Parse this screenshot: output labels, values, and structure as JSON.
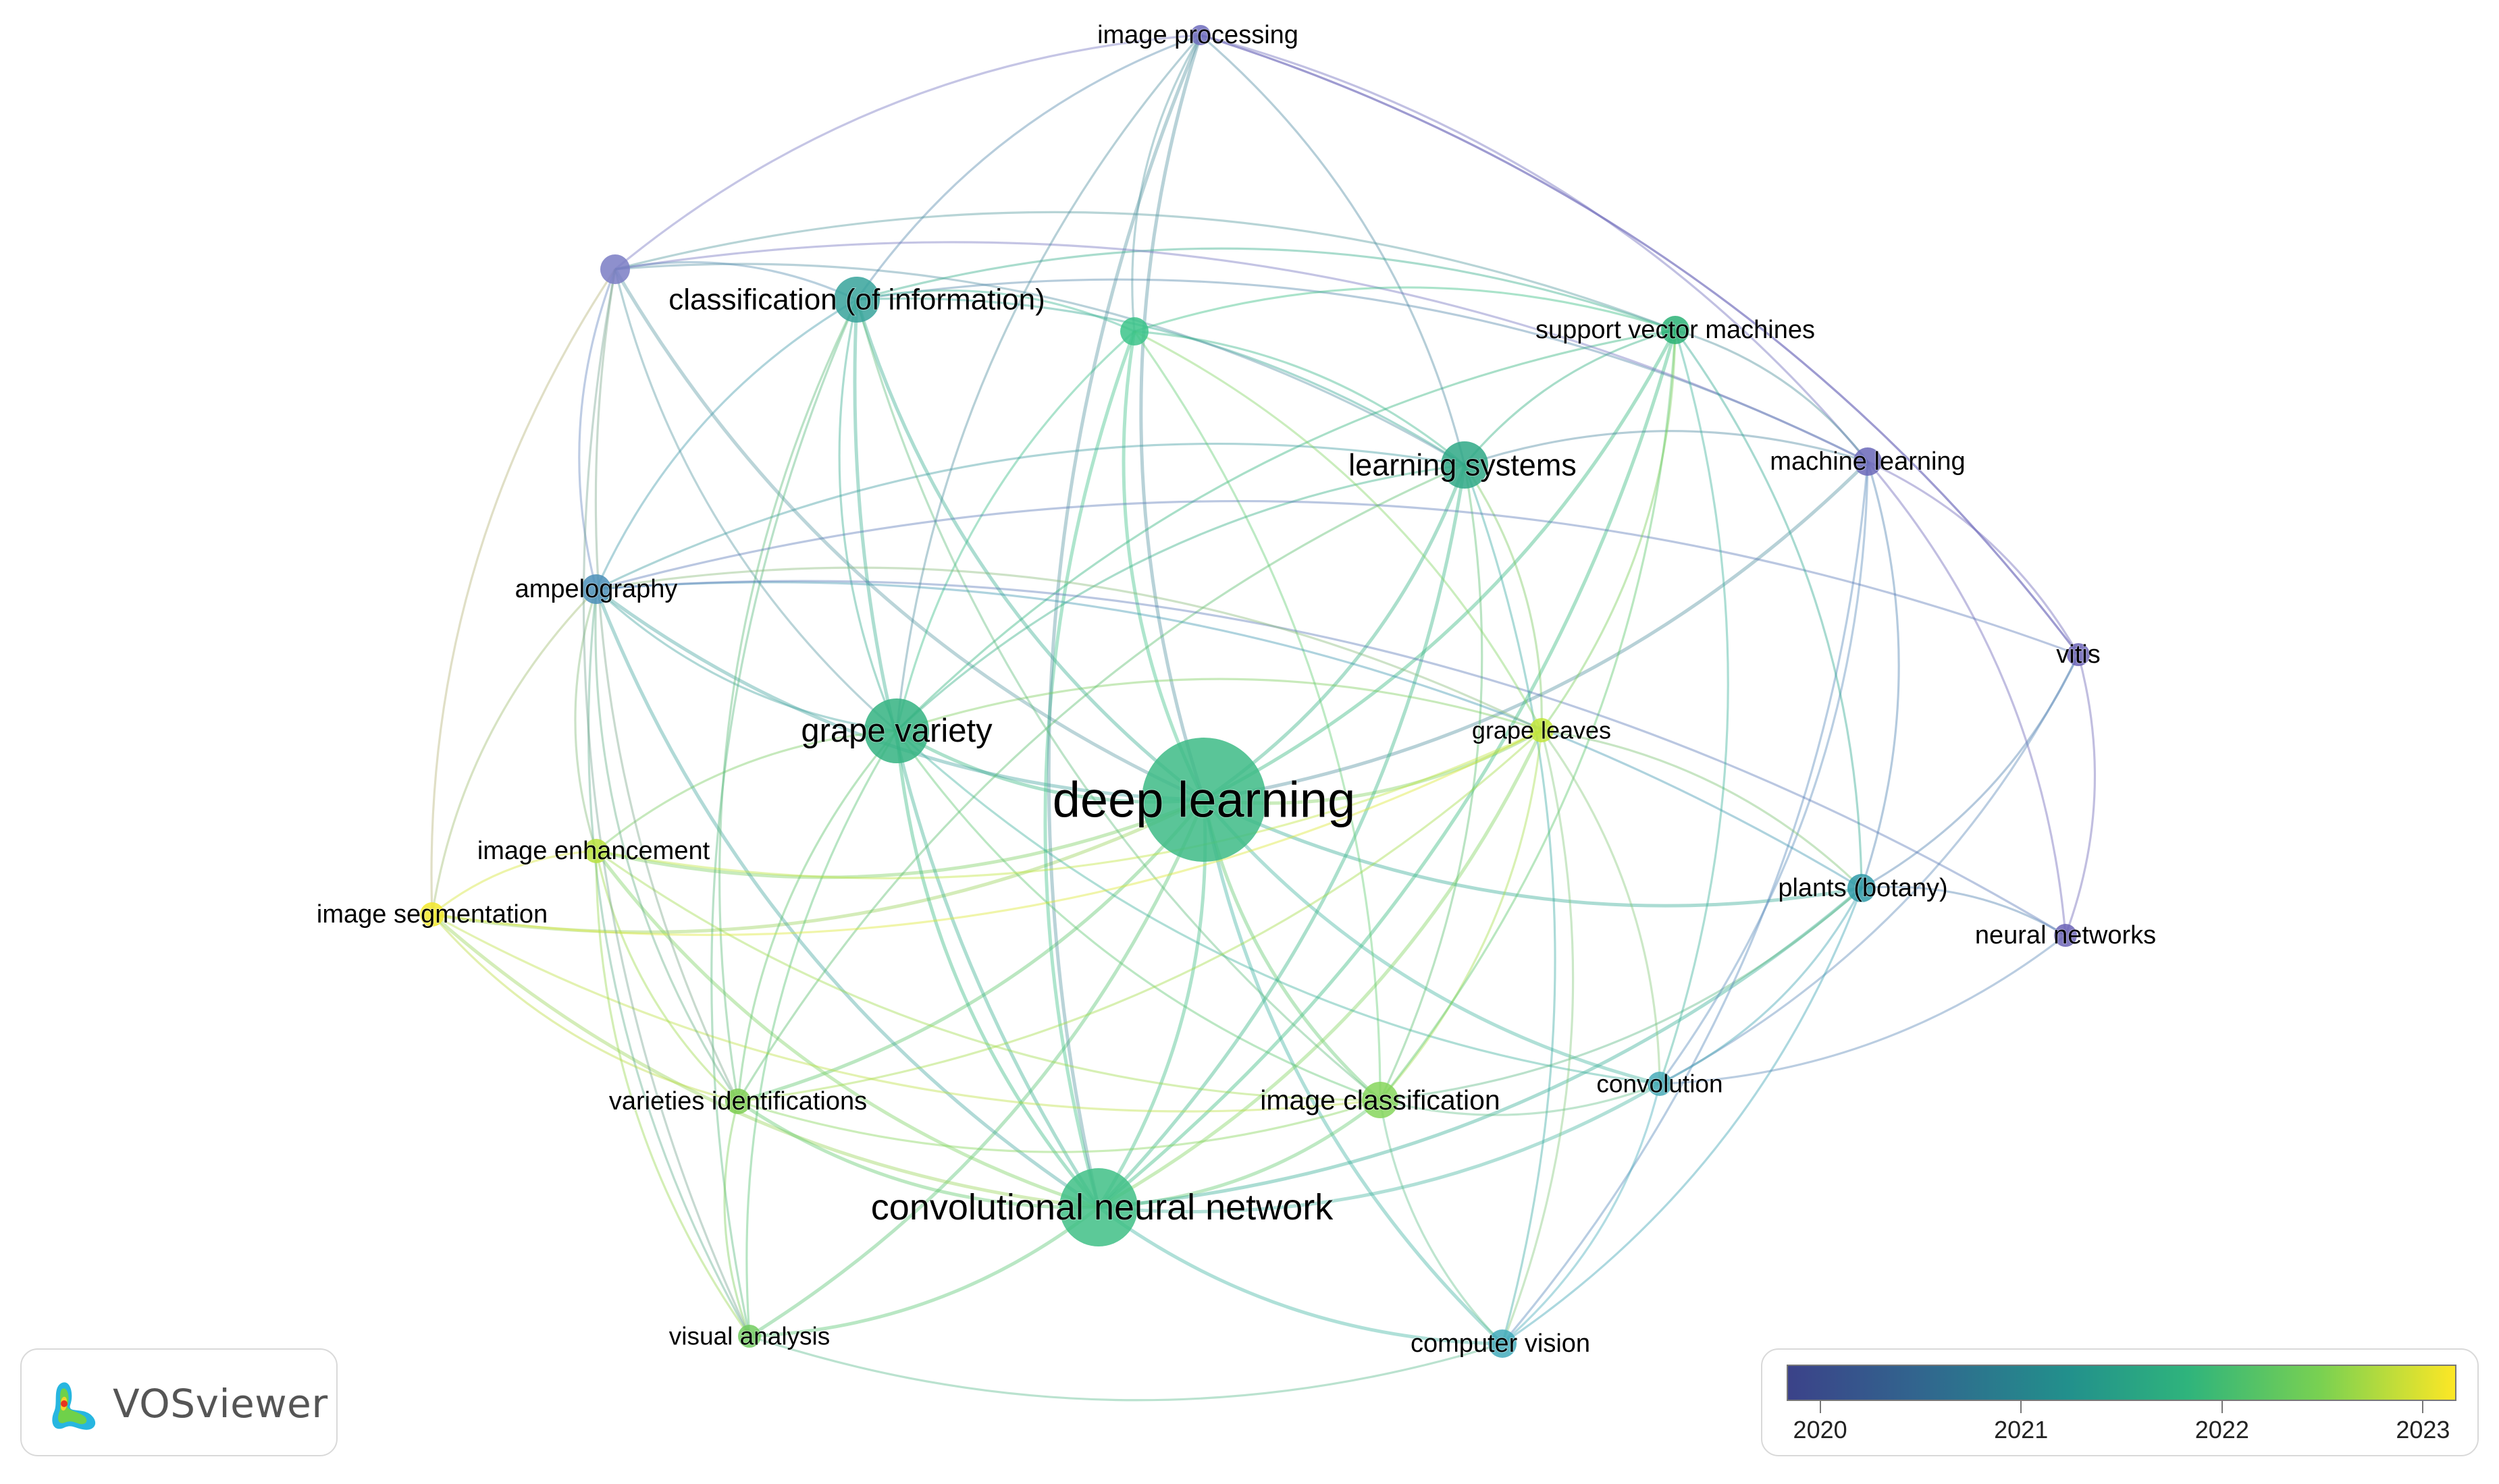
{
  "nodes": [
    {
      "id": "deep_learning",
      "label": "deep learning",
      "color": "#3dbb86"
    },
    {
      "id": "convolutional_neural_network",
      "label": "convolutional neural network",
      "color": "#3fbf86"
    },
    {
      "id": "grape_variety",
      "label": "grape variety",
      "color": "#34b381"
    },
    {
      "id": "learning_systems",
      "label": "learning systems",
      "color": "#2fa886"
    },
    {
      "id": "classification",
      "label": "classification (of information)",
      "color": "#37a39b"
    },
    {
      "id": "image_classification",
      "label": "image classification",
      "color": "#86d65c"
    },
    {
      "id": "support_vector_machines",
      "label": "support vector machines",
      "color": "#2cb377"
    },
    {
      "id": "machine_learning",
      "label": "machine learning",
      "color": "#6a67b9"
    },
    {
      "id": "ampelography",
      "label": "ampelography",
      "color": "#4b8fb8"
    },
    {
      "id": "grape_leaves",
      "label": "grape leaves",
      "color": "#c3e63a"
    },
    {
      "id": "image_enhancement",
      "label": "image enhancement",
      "color": "#b8e23c"
    },
    {
      "id": "image_segmentation",
      "label": "image segmentation",
      "color": "#f2e82a"
    },
    {
      "id": "varieties_identifications",
      "label": "varieties identifications",
      "color": "#7fcf52"
    },
    {
      "id": "visual_analysis",
      "label": "visual analysis",
      "color": "#72cc5f"
    },
    {
      "id": "computer_vision",
      "label": "computer vision",
      "color": "#42aabb"
    },
    {
      "id": "convolution",
      "label": "convolution",
      "color": "#48acb8"
    },
    {
      "id": "plants_botany",
      "label": "plants (botany)",
      "color": "#2f9aa8"
    },
    {
      "id": "neural_networks",
      "label": "neural networks",
      "color": "#6b63b6"
    },
    {
      "id": "vitis",
      "label": "vitis",
      "color": "#6b63b6"
    },
    {
      "id": "image_processing",
      "label": "image processing",
      "color": "#6e6cbd"
    },
    {
      "id": "node_a",
      "label": "",
      "color": "#7a7cc4"
    },
    {
      "id": "node_b",
      "label": "",
      "color": "#3cc489"
    }
  ],
  "links": [
    [
      "deep_learning",
      "convolutional_neural_network"
    ],
    [
      "deep_learning",
      "grape_variety"
    ],
    [
      "deep_learning",
      "learning_systems"
    ],
    [
      "deep_learning",
      "classification"
    ],
    [
      "deep_learning",
      "image_classification"
    ],
    [
      "deep_learning",
      "support_vector_machines"
    ],
    [
      "deep_learning",
      "machine_learning"
    ],
    [
      "deep_learning",
      "ampelography"
    ],
    [
      "deep_learning",
      "grape_leaves"
    ],
    [
      "deep_learning",
      "image_enhancement"
    ],
    [
      "deep_learning",
      "image_segmentation"
    ],
    [
      "deep_learning",
      "varieties_identifications"
    ],
    [
      "deep_learning",
      "visual_analysis"
    ],
    [
      "deep_learning",
      "computer_vision"
    ],
    [
      "deep_learning",
      "convolution"
    ],
    [
      "deep_learning",
      "plants_botany"
    ],
    [
      "deep_learning",
      "image_processing"
    ],
    [
      "deep_learning",
      "node_a"
    ],
    [
      "deep_learning",
      "node_b"
    ],
    [
      "convolutional_neural_network",
      "grape_variety"
    ],
    [
      "convolutional_neural_network",
      "learning_systems"
    ],
    [
      "convolutional_neural_network",
      "classification"
    ],
    [
      "convolutional_neural_network",
      "image_classification"
    ],
    [
      "convolutional_neural_network",
      "support_vector_machines"
    ],
    [
      "convolutional_neural_network",
      "ampelography"
    ],
    [
      "convolutional_neural_network",
      "grape_leaves"
    ],
    [
      "convolutional_neural_network",
      "image_enhancement"
    ],
    [
      "convolutional_neural_network",
      "image_segmentation"
    ],
    [
      "convolutional_neural_network",
      "varieties_identifications"
    ],
    [
      "convolutional_neural_network",
      "visual_analysis"
    ],
    [
      "convolutional_neural_network",
      "computer_vision"
    ],
    [
      "convolutional_neural_network",
      "convolution"
    ],
    [
      "convolutional_neural_network",
      "plants_botany"
    ],
    [
      "convolutional_neural_network",
      "node_b"
    ],
    [
      "convolutional_neural_network",
      "image_processing"
    ],
    [
      "grape_variety",
      "learning_systems"
    ],
    [
      "grape_variety",
      "classification"
    ],
    [
      "grape_variety",
      "ampelography"
    ],
    [
      "grape_variety",
      "image_classification"
    ],
    [
      "grape_variety",
      "grape_leaves"
    ],
    [
      "grape_variety",
      "image_enhancement"
    ],
    [
      "grape_variety",
      "varieties_identifications"
    ],
    [
      "grape_variety",
      "visual_analysis"
    ],
    [
      "grape_variety",
      "node_a"
    ],
    [
      "grape_variety",
      "node_b"
    ],
    [
      "grape_variety",
      "support_vector_machines"
    ],
    [
      "grape_variety",
      "convolution"
    ],
    [
      "learning_systems",
      "classification"
    ],
    [
      "learning_systems",
      "support_vector_machines"
    ],
    [
      "learning_systems",
      "machine_learning"
    ],
    [
      "learning_systems",
      "image_processing"
    ],
    [
      "learning_systems",
      "node_a"
    ],
    [
      "learning_systems",
      "node_b"
    ],
    [
      "learning_systems",
      "grape_leaves"
    ],
    [
      "learning_systems",
      "image_classification"
    ],
    [
      "learning_systems",
      "computer_vision"
    ],
    [
      "learning_systems",
      "ampelography"
    ],
    [
      "learning_systems",
      "varieties_identifications"
    ],
    [
      "classification",
      "node_a"
    ],
    [
      "classification",
      "image_processing"
    ],
    [
      "classification",
      "support_vector_machines"
    ],
    [
      "classification",
      "machine_learning"
    ],
    [
      "classification",
      "ampelography"
    ],
    [
      "classification",
      "node_b"
    ],
    [
      "classification",
      "varieties_identifications"
    ],
    [
      "classification",
      "image_classification"
    ],
    [
      "classification",
      "visual_analysis"
    ],
    [
      "image_classification",
      "grape_leaves"
    ],
    [
      "image_classification",
      "image_enhancement"
    ],
    [
      "image_classification",
      "image_segmentation"
    ],
    [
      "image_classification",
      "varieties_identifications"
    ],
    [
      "image_classification",
      "computer_vision"
    ],
    [
      "image_classification",
      "convolution"
    ],
    [
      "image_classification",
      "support_vector_machines"
    ],
    [
      "image_classification",
      "node_b"
    ],
    [
      "image_classification",
      "plants_botany"
    ],
    [
      "machine_learning",
      "vitis"
    ],
    [
      "machine_learning",
      "neural_networks"
    ],
    [
      "machine_learning",
      "plants_botany"
    ],
    [
      "machine_learning",
      "image_processing"
    ],
    [
      "machine_learning",
      "node_a"
    ],
    [
      "machine_learning",
      "convolution"
    ],
    [
      "machine_learning",
      "computer_vision"
    ],
    [
      "machine_learning",
      "support_vector_machines"
    ],
    [
      "vitis",
      "neural_networks"
    ],
    [
      "vitis",
      "plants_botany"
    ],
    [
      "vitis",
      "image_processing"
    ],
    [
      "vitis",
      "convolution"
    ],
    [
      "vitis",
      "ampelography"
    ],
    [
      "plants_botany",
      "neural_networks"
    ],
    [
      "plants_botany",
      "convolution"
    ],
    [
      "plants_botany",
      "computer_vision"
    ],
    [
      "plants_botany",
      "ampelography"
    ],
    [
      "plants_botany",
      "grape_leaves"
    ],
    [
      "neural_networks",
      "convolution"
    ],
    [
      "neural_networks",
      "ampelography"
    ],
    [
      "convolution",
      "computer_vision"
    ],
    [
      "convolution",
      "grape_leaves"
    ],
    [
      "computer_vision",
      "visual_analysis"
    ],
    [
      "computer_vision",
      "grape_leaves"
    ],
    [
      "ampelography",
      "node_a"
    ],
    [
      "ampelography",
      "image_enhancement"
    ],
    [
      "ampelography",
      "varieties_identifications"
    ],
    [
      "ampelography",
      "visual_analysis"
    ],
    [
      "ampelography",
      "image_segmentation"
    ],
    [
      "ampelography",
      "grape_leaves"
    ],
    [
      "image_enhancement",
      "image_segmentation"
    ],
    [
      "image_enhancement",
      "varieties_identifications"
    ],
    [
      "image_enhancement",
      "visual_analysis"
    ],
    [
      "image_enhancement",
      "grape_leaves"
    ],
    [
      "image_segmentation",
      "varieties_identifications"
    ],
    [
      "image_segmentation",
      "node_a"
    ],
    [
      "image_segmentation",
      "grape_leaves"
    ],
    [
      "varieties_identifications",
      "visual_analysis"
    ],
    [
      "varieties_identifications",
      "node_a"
    ],
    [
      "visual_analysis",
      "node_a"
    ],
    [
      "node_a",
      "image_processing"
    ],
    [
      "node_a",
      "support_vector_machines"
    ],
    [
      "node_b",
      "support_vector_machines"
    ],
    [
      "node_b",
      "grape_leaves"
    ],
    [
      "node_b",
      "image_processing"
    ],
    [
      "support_vector_machines",
      "grape_leaves"
    ],
    [
      "support_vector_machines",
      "plants_botany"
    ],
    [
      "support_vector_machines",
      "convolution"
    ],
    [
      "grape_leaves",
      "varieties_identifications"
    ],
    [
      "image_processing",
      "grape_variety"
    ],
    [
      "image_processing",
      "vitis"
    ]
  ],
  "legend": {
    "ticks": [
      "2020",
      "2021",
      "2022",
      "2023"
    ],
    "tick_fractions": [
      0.05,
      0.35,
      0.65,
      0.95
    ]
  },
  "logo": {
    "text": "VOSviewer"
  }
}
